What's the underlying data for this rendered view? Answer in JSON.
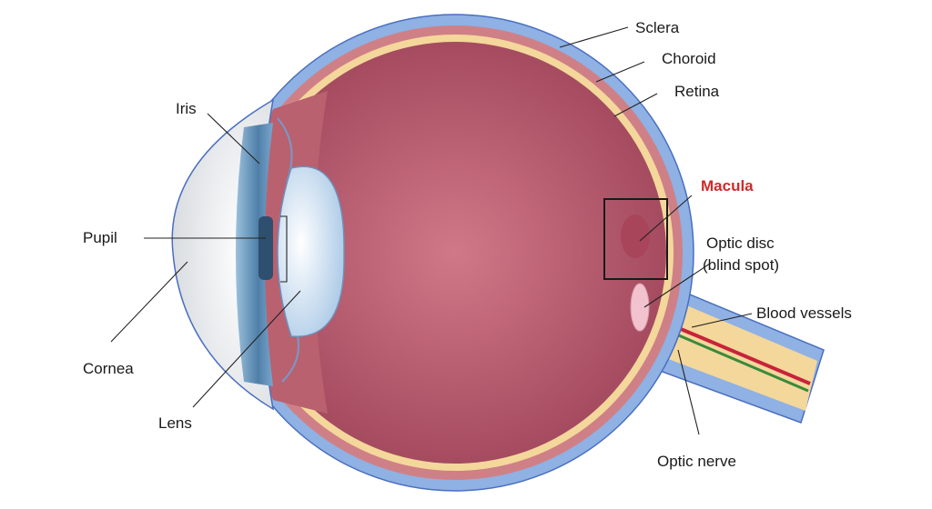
{
  "diagram": {
    "colors": {
      "sclera": "#7ea3dc",
      "sclera_outline": "#4a6fc0",
      "choroid": "#c97a7e",
      "retina": "#f5d79a",
      "vitreous": "#b7536a",
      "lens": "#cfe2f3",
      "iris": "#5e8fb8",
      "cornea": "#e9ecef",
      "vessel_red": "#c8233a",
      "vessel_green": "#3a8a3a",
      "macula_label": "#d02a2a"
    },
    "labels": {
      "sclera": "Sclera",
      "choroid": "Choroid",
      "retina": "Retina",
      "macula": "Macula",
      "optic_disc_line1": "Optic disc",
      "optic_disc_line2": "(blind spot)",
      "blood_vessels": "Blood vessels",
      "optic_nerve": "Optic nerve",
      "iris": "Iris",
      "pupil": "Pupil",
      "cornea": "Cornea",
      "lens": "Lens"
    }
  }
}
